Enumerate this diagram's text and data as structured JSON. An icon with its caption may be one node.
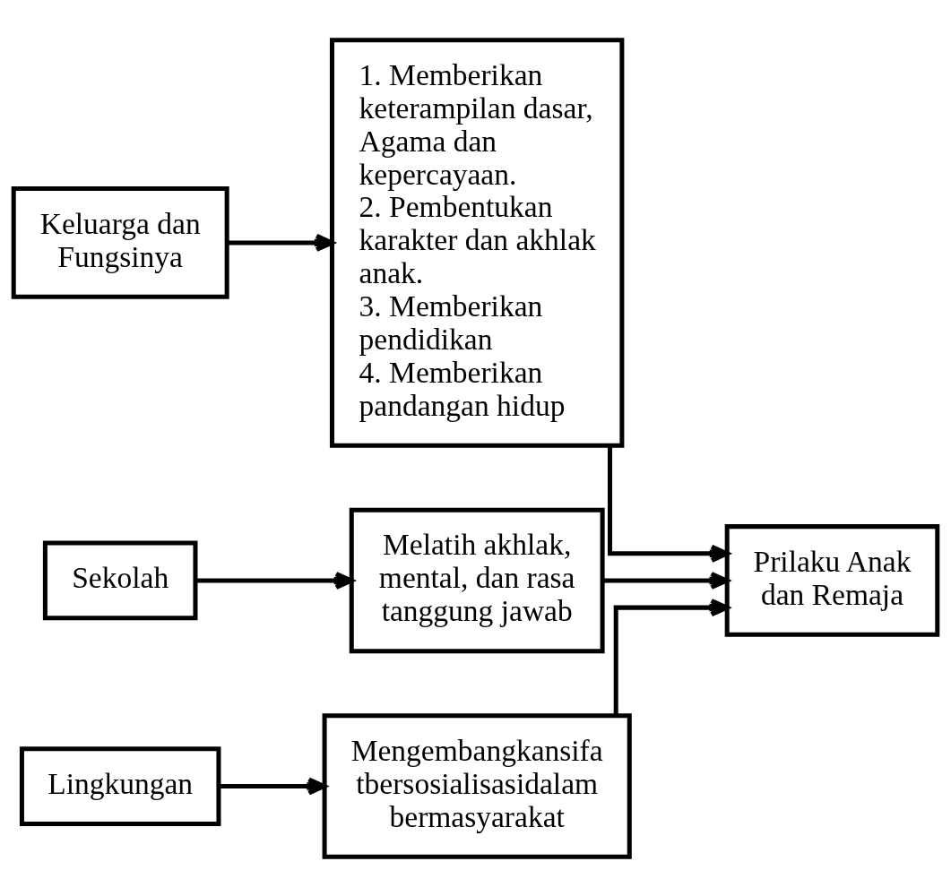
{
  "diagram": {
    "nodes": [
      {
        "text": [
          "Keluarga dan Fungsinya"
        ]
      },
      {
        "text": [
          "1. Memberikan keterampilan dasar, Agama dan kepercayaan.",
          "2. Pembentukan karakter dan akhlak anak.",
          "3. Memberikan pendidikan",
          "4. Memberikan pandangan hidup"
        ]
      },
      {
        "text": [
          "Sekolah"
        ]
      },
      {
        "text": [
          "Melatih akhlak, mental, dan rasa tanggung jawab"
        ]
      },
      {
        "text": [
          "Prilaku Anak dan Remaja"
        ]
      },
      {
        "text": [
          "Lingkungan"
        ]
      },
      {
        "text": [
          "Mengembangkansifa tbersosialisasidalam bermasyarakat"
        ]
      }
    ],
    "edges": [
      {
        "from": 0,
        "to": 1,
        "arrow": "to"
      },
      {
        "from": 2,
        "to": 3,
        "arrow": "to"
      },
      {
        "from": 5,
        "to": 6,
        "arrow": "to"
      },
      {
        "from": 1,
        "to": 4,
        "arrow": "to"
      },
      {
        "from": 3,
        "to": 4,
        "arrow": "to"
      },
      {
        "from": 6,
        "to": 4,
        "arrow": "to"
      }
    ]
  }
}
